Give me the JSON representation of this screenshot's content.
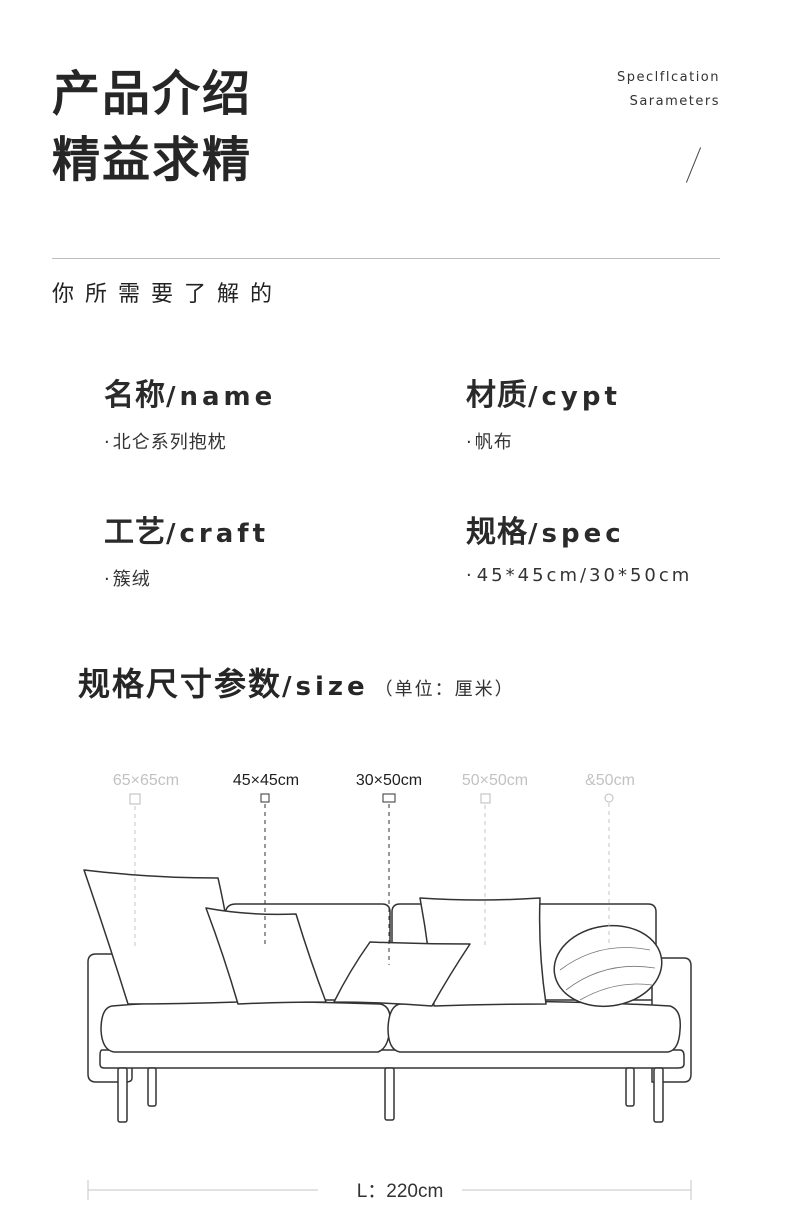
{
  "header": {
    "title_line1": "产品介绍",
    "title_line2": "精益求精",
    "spec_line1": "Speclflcation",
    "spec_line2": "Sarameters"
  },
  "section": {
    "subtitle": "你所需要了解的"
  },
  "attributes": [
    {
      "title_cn": "名称",
      "title_en": "/name",
      "value": "北仑系列抱枕"
    },
    {
      "title_cn": "材质",
      "title_en": "/cypt",
      "value": "帆布"
    },
    {
      "title_cn": "工艺",
      "title_en": "/craft",
      "value": "簇绒"
    },
    {
      "title_cn": "规格",
      "title_en": "/spec",
      "value": "45*45cm/30*50cm"
    }
  ],
  "bullet": "·",
  "size_section": {
    "title_cn": "规格尺寸参数",
    "title_en": "/size",
    "unit": "（单位：厘米）"
  },
  "pillow_sizes": [
    {
      "label": "65×65cm",
      "active": false
    },
    {
      "label": "45×45cm",
      "active": true
    },
    {
      "label": "30×50cm",
      "active": true
    },
    {
      "label": "50×50cm",
      "active": false
    },
    {
      "label": "&50cm",
      "active": false
    }
  ],
  "sofa_length": "L：220cm",
  "colors": {
    "text": "#2b2b2b",
    "dim": "#c2c2c2",
    "line": "#bdbdbd"
  }
}
